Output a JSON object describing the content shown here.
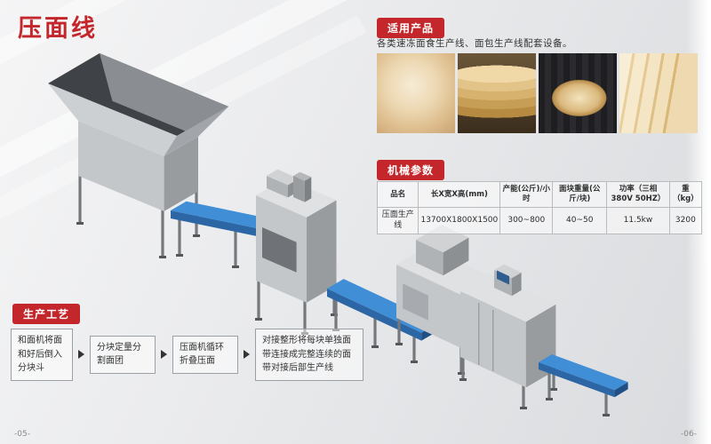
{
  "page": {
    "title": "压面线",
    "page_no_left": "-05-",
    "page_no_right": "-06-"
  },
  "colors": {
    "accent_red": "#c3272b",
    "belt_blue": "#3f8ed6",
    "machine_gray": "#c4c7ca"
  },
  "applicable_products": {
    "badge": "适用产品",
    "description": "各类速冻面食生产线、面包生产线配套设备。",
    "photos": [
      "dough-closeup",
      "flatbread-stack",
      "baked-bread-loaf",
      "sliced-toast"
    ]
  },
  "machine_parameters": {
    "badge": "机械参数",
    "headers": [
      "品名",
      "长X宽X高(mm)",
      "产能(公斤)/小时",
      "面块重量(公斤/块)",
      "功率（三相380V 50HZ）",
      "重（kg）"
    ],
    "row": [
      "压面生产线",
      "13700X1800X1500",
      "300~800",
      "40~50",
      "11.5kw",
      "3200"
    ]
  },
  "production_process": {
    "badge": "生产工艺",
    "steps": [
      "和面机将面和好后倒入分块斗",
      "分块定量分割面团",
      "压面机循环折叠压面",
      "对接整形将每块单独面带连接成完整连续的面带对接后部生产线"
    ]
  },
  "diagram": {
    "machines": [
      "dough-hopper-mixer",
      "infeed-conveyor",
      "dough-sheeter",
      "transfer-conveyor",
      "laminating-press",
      "final-press-unit",
      "outfeed-conveyor"
    ]
  }
}
